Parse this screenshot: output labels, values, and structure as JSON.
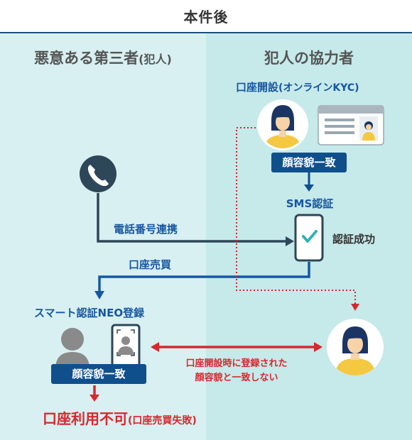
{
  "header": {
    "title": "本件後"
  },
  "left": {
    "title_main": "悪意ある第三者",
    "title_sub": "(犯人)",
    "phone_link_label": "電話番号連携",
    "account_buy_label": "口座売買",
    "smart_auth_label": "スマート認証NEO登録",
    "face_match_badge": "顔容貌一致",
    "result_main": "口座利用不可",
    "result_sub": "(口座売買失敗)"
  },
  "right": {
    "title": "犯人の協力者",
    "account_open_label": "口座開設",
    "account_open_sub": "(オンラインKYC)",
    "face_match_badge": "顔容貌一致",
    "sms_label": "SMS認証",
    "auth_success_label": "認証成功"
  },
  "mismatch": {
    "line1": "口座開設時に登録された",
    "line2": "顔容貌と一致しない"
  },
  "colors": {
    "dark_blue": "#1a4f7a",
    "accent_blue": "#1757a0",
    "red": "#d6282e",
    "person_yellow": "#f5c842",
    "skin": "#f7d3a8",
    "hair": "#1b3563",
    "teal_check": "#2fb3b5"
  },
  "icons": [
    "phone-icon",
    "person-icon",
    "id-card-icon",
    "smartphone-check-icon",
    "face-scan-icon",
    "gray-person-icon"
  ]
}
